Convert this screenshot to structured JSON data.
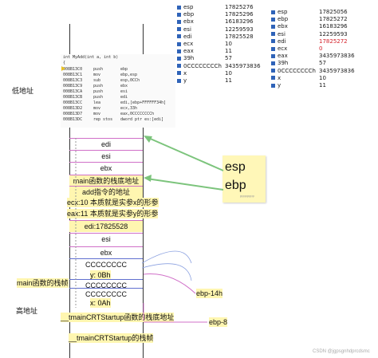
{
  "watch_left": {
    "rows": [
      {
        "name": "esp",
        "value": "17825276",
        "red": false
      },
      {
        "name": "ebp",
        "value": "17825296",
        "red": false
      },
      {
        "name": "ebx",
        "value": "16183296",
        "red": false
      },
      {
        "name": "esi",
        "value": "12259593",
        "red": false
      },
      {
        "name": "edi",
        "value": "17825528",
        "red": false
      },
      {
        "name": "ecx",
        "value": "10",
        "red": false
      },
      {
        "name": "eax",
        "value": "11",
        "red": false
      },
      {
        "name": "39h",
        "value": "57",
        "red": false
      },
      {
        "name": "0CCCCCCCCh",
        "value": "3435973836",
        "red": false
      },
      {
        "name": "x",
        "value": "10",
        "red": false
      },
      {
        "name": "y",
        "value": "11",
        "red": false
      }
    ]
  },
  "watch_right": {
    "rows": [
      {
        "name": "esp",
        "value": "17825056",
        "red": false
      },
      {
        "name": "ebp",
        "value": "17825272",
        "red": false
      },
      {
        "name": "ebx",
        "value": "16183296",
        "red": false
      },
      {
        "name": "esi",
        "value": "12259593",
        "red": false
      },
      {
        "name": "edi",
        "value": "17825272",
        "red": true
      },
      {
        "name": "ecx",
        "value": "0",
        "red": true
      },
      {
        "name": "eax",
        "value": "3435973836",
        "red": false
      },
      {
        "name": "39h",
        "value": "57",
        "red": false
      },
      {
        "name": "0CCCCCCCCh",
        "value": "3435973836",
        "red": false
      },
      {
        "name": "x",
        "value": "10",
        "red": false
      },
      {
        "name": "y",
        "value": "11",
        "red": false
      }
    ]
  },
  "disasm": {
    "header": "int MyAdd(int a, int b)",
    "brace": "{",
    "lines": [
      {
        "addr": "008B13C0",
        "op": "push",
        "arg": "ebp"
      },
      {
        "addr": "008B13C1",
        "op": "mov",
        "arg": "ebp,esp"
      },
      {
        "addr": "008B13C3",
        "op": "sub",
        "arg": "esp,0CCh"
      },
      {
        "addr": "008B13C9",
        "op": "push",
        "arg": "ebx"
      },
      {
        "addr": "008B13CA",
        "op": "push",
        "arg": "esi"
      },
      {
        "addr": "008B13CB",
        "op": "push",
        "arg": "edi"
      },
      {
        "addr": "008B13CC",
        "op": "lea",
        "arg": "edi,[ebp+FFFFFF34h]"
      },
      {
        "addr": "008B13D2",
        "op": "mov",
        "arg": "ecx,33h"
      },
      {
        "addr": "008B13D7",
        "op": "mov",
        "arg": "eax,0CCCCCCCCh"
      },
      {
        "addr": "008B13DC",
        "op": "rep stos",
        "arg": "dword ptr es:[edi]"
      }
    ]
  },
  "stack": {
    "edi_top": "edi",
    "esi_top": "esi",
    "ebx_top": "ebx",
    "main_ebp": "main函数的栈底地址",
    "add_addr": "add指令的地址",
    "ecx_label": "ecx:10  本质就是实参x的形参",
    "eax_label": "eax:11  本质就是实参y的形参",
    "edi_val": "edi:17825528",
    "esi": "esi",
    "ebx": "ebx",
    "cc1": "CCCCCCCC",
    "y_val": "y:  0Bh",
    "cc2": "CCCCCCCC",
    "cc3": "CCCCCCCC",
    "x_val": "x:  0Ah",
    "tmain_ebp": "__tmainCRTStartup函数的栈底地址",
    "tmain_frame": "__tmainCRTStartup的栈帧"
  },
  "labels": {
    "low": "低地址",
    "high": "高地址",
    "main_frame": "main函数的栈帧",
    "ebp14": "ebp-14h",
    "ebp8": "ebp-8"
  },
  "sticky": {
    "line1": "esp",
    "line2": "ebp",
    "tag": "pppppppp"
  },
  "watermark": "CSDN @jgpsgnhdprcdsmc",
  "colors": {
    "arrow": "#7cc47c",
    "pink_line": "#d070c8",
    "blue_line": "#6070d0",
    "highlight": "#fff6b0",
    "red": "#d4212a"
  }
}
